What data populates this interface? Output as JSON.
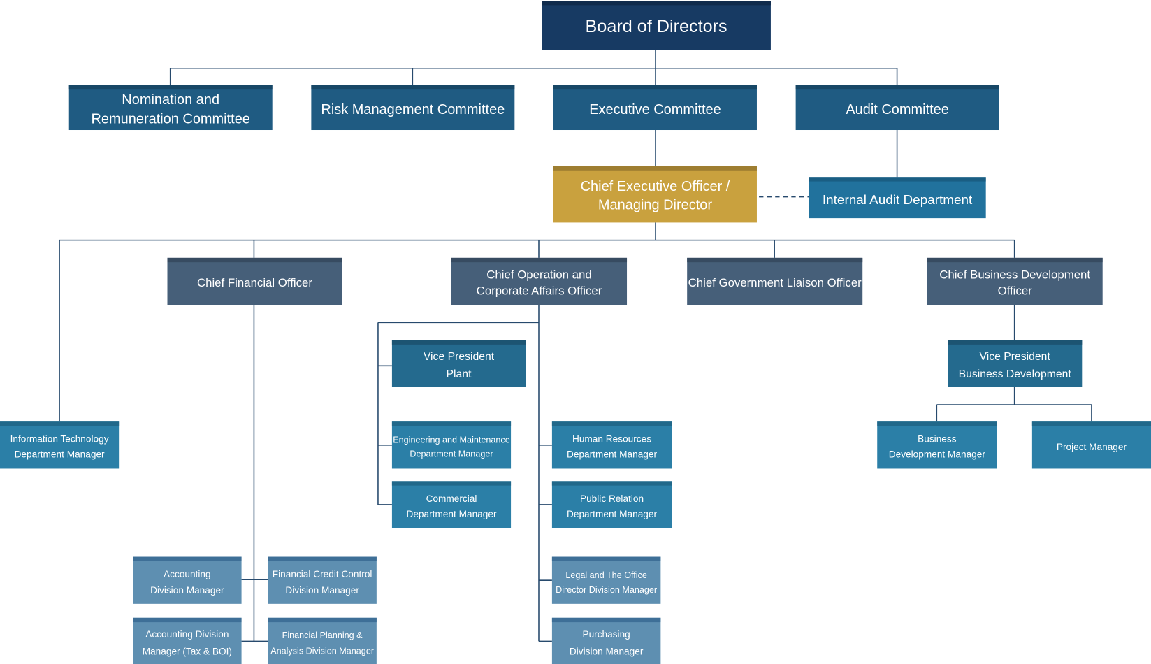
{
  "colors": {
    "board": "#173a63",
    "committee": "#1f5b82",
    "ceo": "#c9a13e",
    "internal_audit": "#21729d",
    "chief_officer": "#465f79",
    "vice_president": "#246a8e",
    "department": "#2b7fa7",
    "division": "#5e8fb1",
    "connector": "#274a6d"
  },
  "board": {
    "label": "Board of Directors"
  },
  "committees": {
    "nomination": {
      "line1": "Nomination and",
      "line2": "Remuneration Committee"
    },
    "risk": {
      "label": "Risk Management Committee"
    },
    "executive": {
      "label": "Executive Committee"
    },
    "audit": {
      "label": "Audit Committee"
    }
  },
  "ceo": {
    "line1": "Chief Executive Officer /",
    "line2": "Managing Director"
  },
  "internal_audit": {
    "label": "Internal Audit Department"
  },
  "chiefs": {
    "cfo": {
      "label": "Chief Financial Officer"
    },
    "coo": {
      "line1": "Chief Operation and",
      "line2": "Corporate Affairs Officer"
    },
    "government": {
      "label": "Chief Government Liaison Officer"
    },
    "business": {
      "label": "Chief Business Development Officer"
    }
  },
  "vice_presidents": {
    "plant": {
      "line1": "Vice President",
      "line2": "Plant"
    },
    "business_development": {
      "line1": "Vice President",
      "line2": "Business Development"
    }
  },
  "departments": {
    "information_technology": {
      "line1": "Information Technology",
      "line2": "Department Manager"
    },
    "engineering": {
      "line1": "Engineering and Maintenance",
      "line2": "Department Manager"
    },
    "commercial": {
      "line1": "Commercial",
      "line2": "Department Manager"
    },
    "human_resources": {
      "line1": "Human Resources",
      "line2": "Department Manager"
    },
    "public_relation": {
      "line1": "Public Relation",
      "line2": "Department Manager"
    },
    "business_development": {
      "line1": "Business",
      "line2": "Development Manager"
    },
    "project": {
      "label": "Project Manager"
    }
  },
  "divisions": {
    "accounting": {
      "line1": "Accounting",
      "line2": "Division Manager"
    },
    "financial_credit": {
      "line1": "Financial Credit Control",
      "line2": "Division Manager"
    },
    "accounting_tax": {
      "line1": "Accounting Division",
      "line2": "Manager (Tax & BOI)"
    },
    "financial_planning": {
      "line1": "Financial Planning &",
      "line2": "Analysis Division Manager"
    },
    "legal": {
      "line1": "Legal and The Office",
      "line2": "Director Division Manager"
    },
    "purchasing": {
      "line1": "Purchasing",
      "line2": "Division Manager"
    }
  }
}
